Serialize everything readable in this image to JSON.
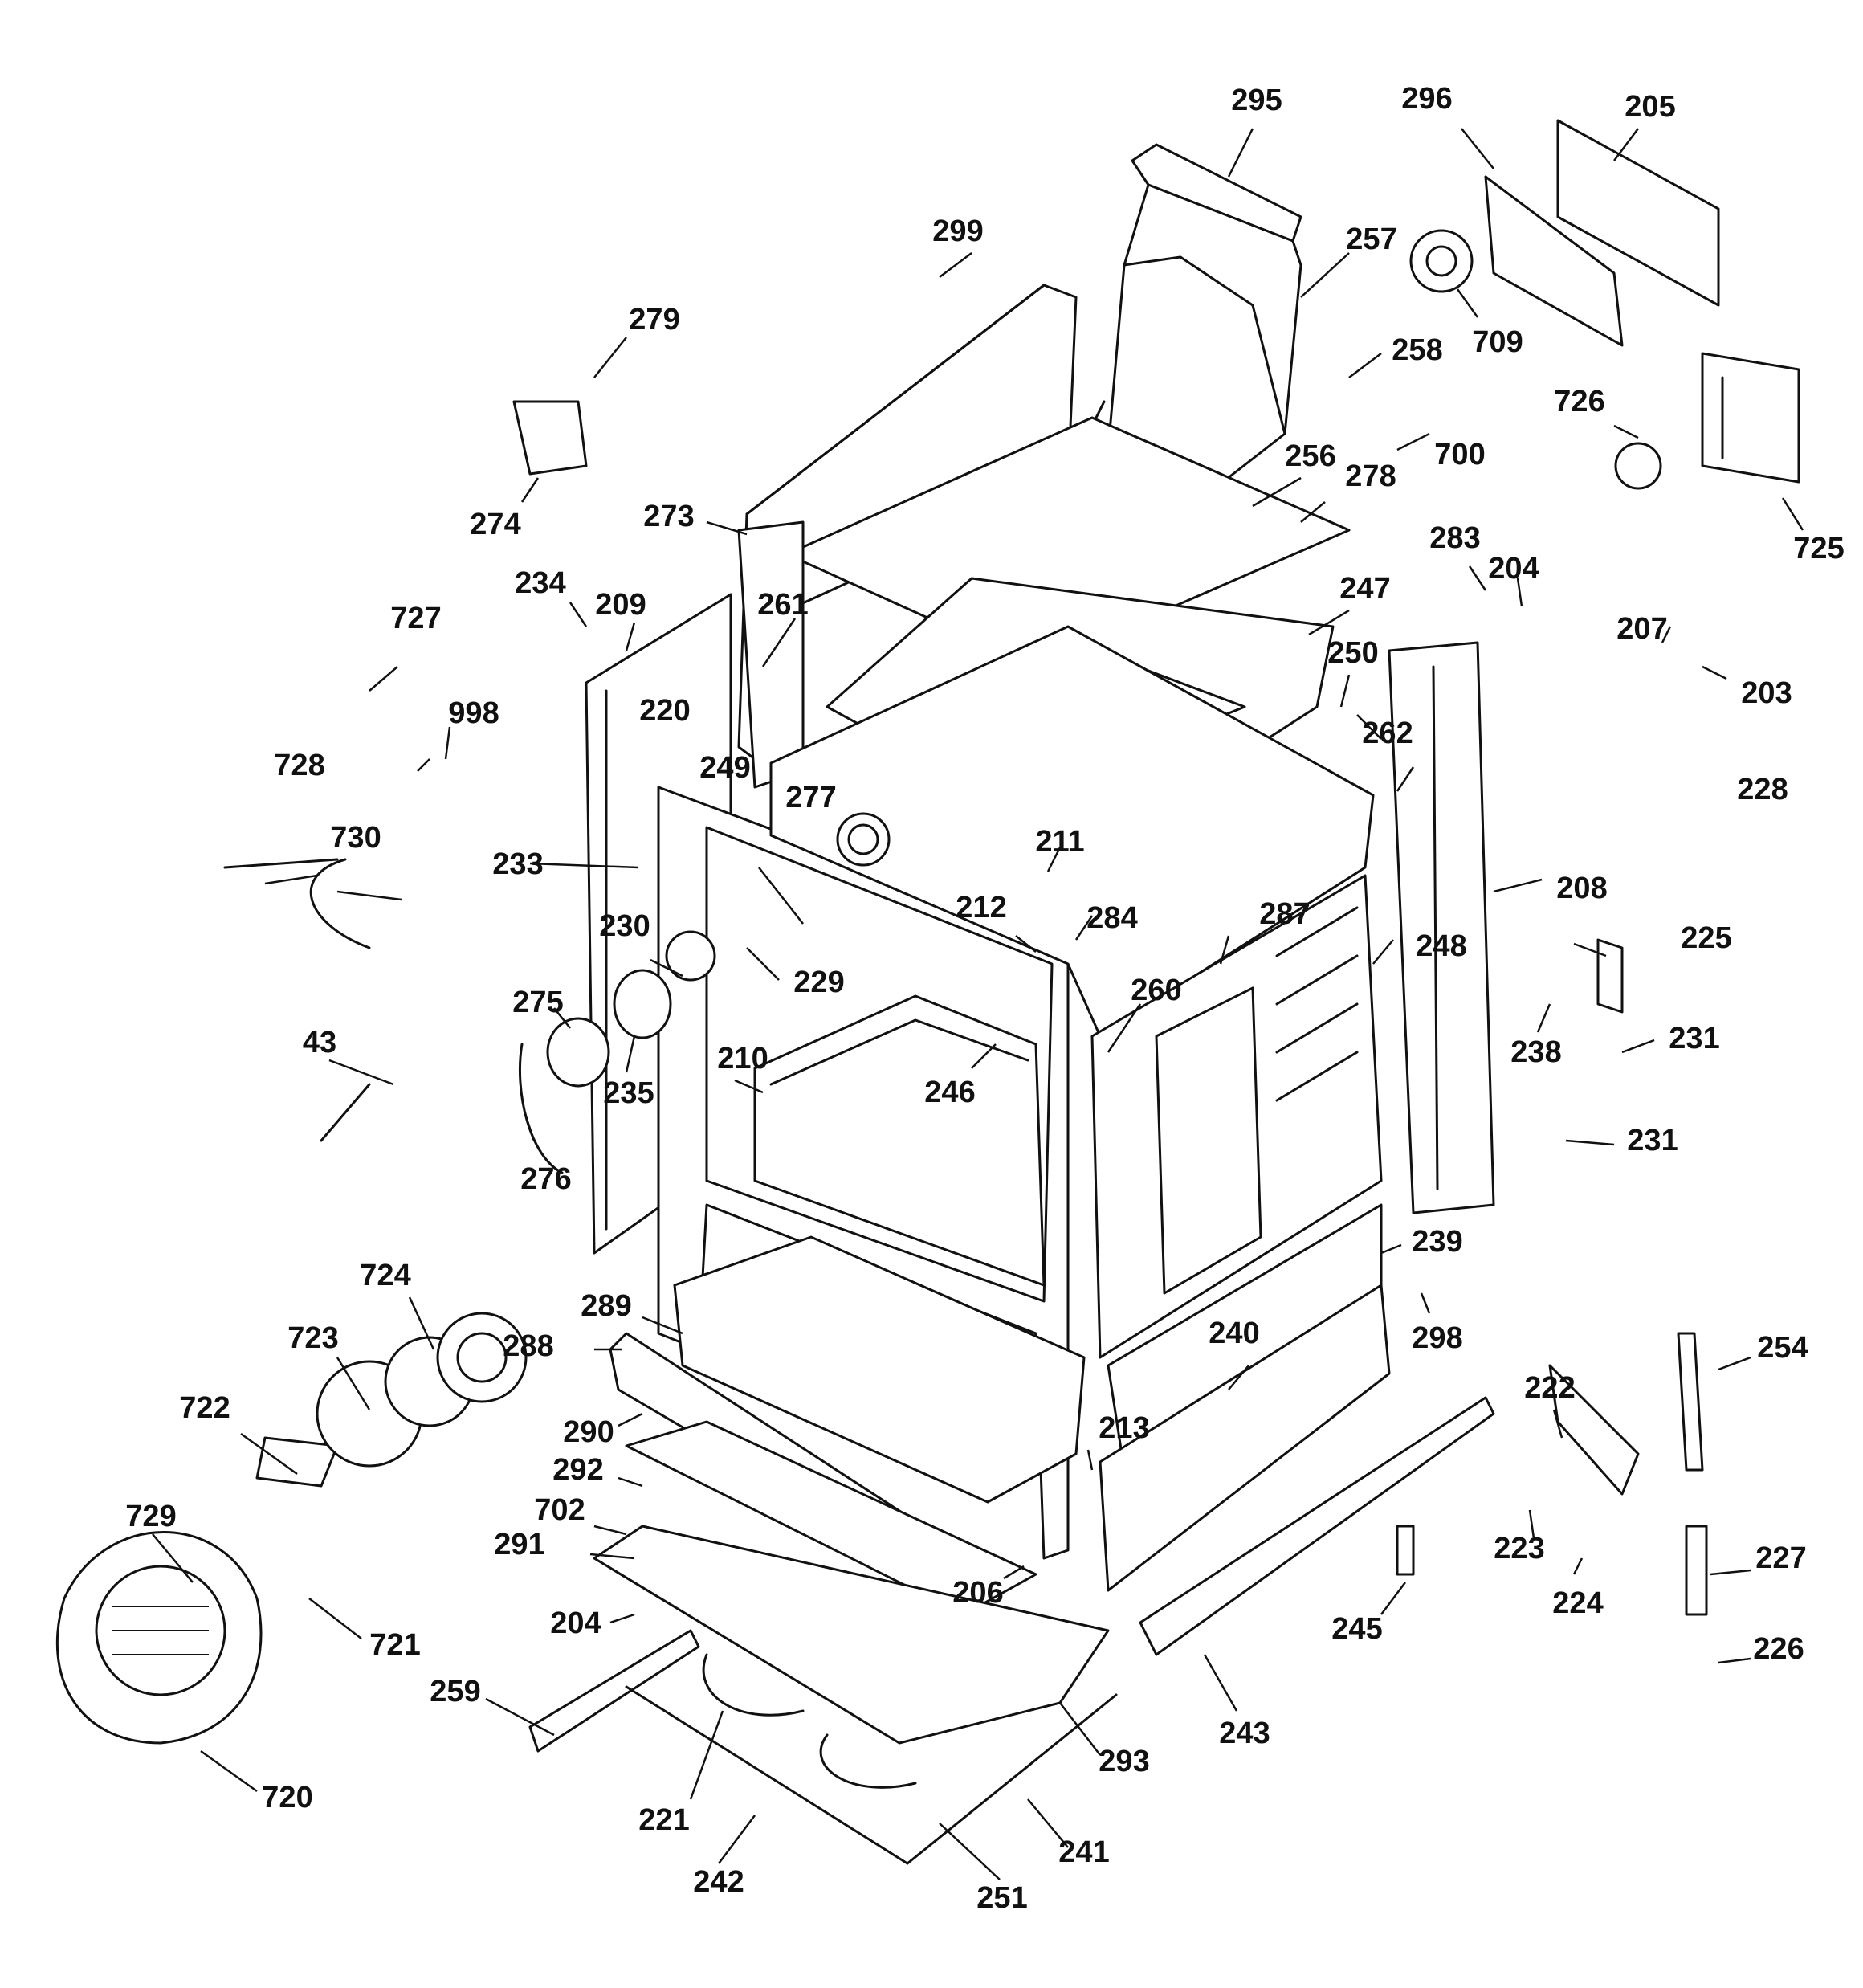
{
  "diagram": {
    "part_labels": [
      "295",
      "296",
      "205",
      "299",
      "257",
      "709",
      "279",
      "258",
      "700",
      "726",
      "725",
      "256",
      "278",
      "273",
      "274",
      "283",
      "204",
      "234",
      "209",
      "261",
      "247",
      "727",
      "250",
      "207",
      "203",
      "998",
      "220",
      "262",
      "728",
      "228",
      "249",
      "277",
      "730",
      "211",
      "233",
      "208",
      "225",
      "212",
      "284",
      "230",
      "287",
      "248",
      "229",
      "275",
      "260",
      "43",
      "238",
      "231",
      "210",
      "246",
      "235",
      "276",
      "231",
      "239",
      "724",
      "289",
      "298",
      "723",
      "288",
      "240",
      "722",
      "290",
      "213",
      "222",
      "254",
      "292",
      "702",
      "729",
      "291",
      "223",
      "227",
      "206",
      "721",
      "204",
      "224",
      "245",
      "226",
      "259",
      "243",
      "720",
      "293",
      "221",
      "241",
      "242",
      "251"
    ]
  }
}
